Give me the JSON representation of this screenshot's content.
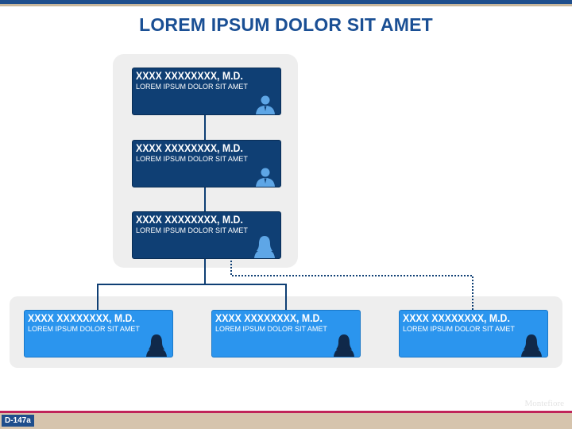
{
  "title": "LOREM IPSUM DOLOR SIT AMET",
  "boxes": [
    {
      "name": "XXXX XXXXXXXX, M.D.",
      "role": "LOREM IPSUM DOLOR SIT AMET",
      "icon": "male-person-icon"
    },
    {
      "name": "XXXX XXXXXXXX, M.D.",
      "role": "LOREM IPSUM DOLOR SIT AMET",
      "icon": "male-person-icon"
    },
    {
      "name": "XXXX XXXXXXXX, M.D.",
      "role": "LOREM IPSUM DOLOR SIT AMET",
      "icon": "female-person-icon"
    },
    {
      "name": "XXXX XXXXXXXX, M.D.",
      "role": "LOREM IPSUM DOLOR SIT AMET",
      "icon": "female-person-icon"
    },
    {
      "name": "XXXX XXXXXXXX, M.D.",
      "role": "LOREM IPSUM DOLOR SIT AMET",
      "icon": "female-person-icon"
    },
    {
      "name": "XXXX XXXXXXXX, M.D.",
      "role": "LOREM IPSUM DOLOR SIT AMET",
      "icon": "female-person-icon"
    }
  ],
  "footer": {
    "slide_id": "D-147a",
    "watermark": "Montefiore"
  },
  "colors": {
    "dark_box": "#0f3f74",
    "light_box": "#2b95ee",
    "title": "#1a4f94",
    "panel": "#eeeeee",
    "accent_red": "#c0245a",
    "tan": "#d6c4ad"
  }
}
